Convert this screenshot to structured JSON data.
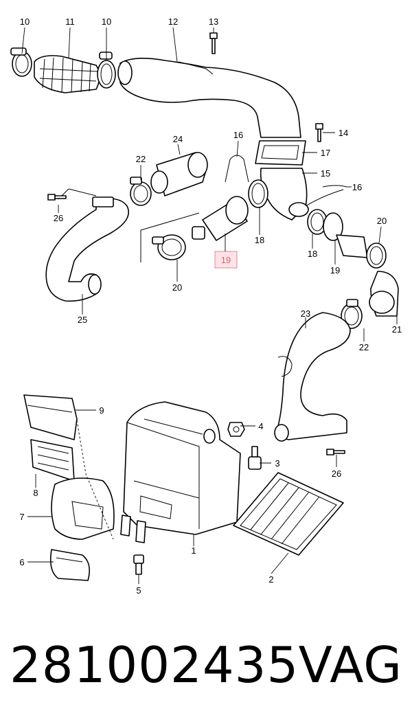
{
  "callouts": [
    {
      "id": "c10a",
      "label": "10"
    },
    {
      "id": "c11",
      "label": "11"
    },
    {
      "id": "c10b",
      "label": "10"
    },
    {
      "id": "c12",
      "label": "12"
    },
    {
      "id": "c13",
      "label": "13"
    },
    {
      "id": "c14",
      "label": "14"
    },
    {
      "id": "c17",
      "label": "17"
    },
    {
      "id": "c15",
      "label": "15"
    },
    {
      "id": "c16a",
      "label": "16"
    },
    {
      "id": "c16b",
      "label": "16"
    },
    {
      "id": "c24",
      "label": "24"
    },
    {
      "id": "c22a",
      "label": "22"
    },
    {
      "id": "c26a",
      "label": "26"
    },
    {
      "id": "c18a",
      "label": "18"
    },
    {
      "id": "c19",
      "label": "19"
    },
    {
      "id": "c20a",
      "label": "20"
    },
    {
      "id": "c18b",
      "label": "18"
    },
    {
      "id": "c19b",
      "label": "19"
    },
    {
      "id": "c20b",
      "label": "20"
    },
    {
      "id": "c25",
      "label": "25"
    },
    {
      "id": "c21",
      "label": "21"
    },
    {
      "id": "c22b",
      "label": "22"
    },
    {
      "id": "c23",
      "label": "23"
    },
    {
      "id": "c9",
      "label": "9"
    },
    {
      "id": "c4",
      "label": "4"
    },
    {
      "id": "c3",
      "label": "3"
    },
    {
      "id": "c26b",
      "label": "26"
    },
    {
      "id": "c8",
      "label": "8"
    },
    {
      "id": "c7",
      "label": "7"
    },
    {
      "id": "c1",
      "label": "1"
    },
    {
      "id": "c2",
      "label": "2"
    },
    {
      "id": "c6",
      "label": "6"
    },
    {
      "id": "c5",
      "label": "5"
    }
  ],
  "highlighted": {
    "label": "19"
  },
  "footer": {
    "part_number": "281002435",
    "brand": "VAG"
  },
  "colors": {
    "highlight_fill": "#fde3e6",
    "highlight_stroke": "#d98a96",
    "highlight_text": "#d0607a"
  }
}
